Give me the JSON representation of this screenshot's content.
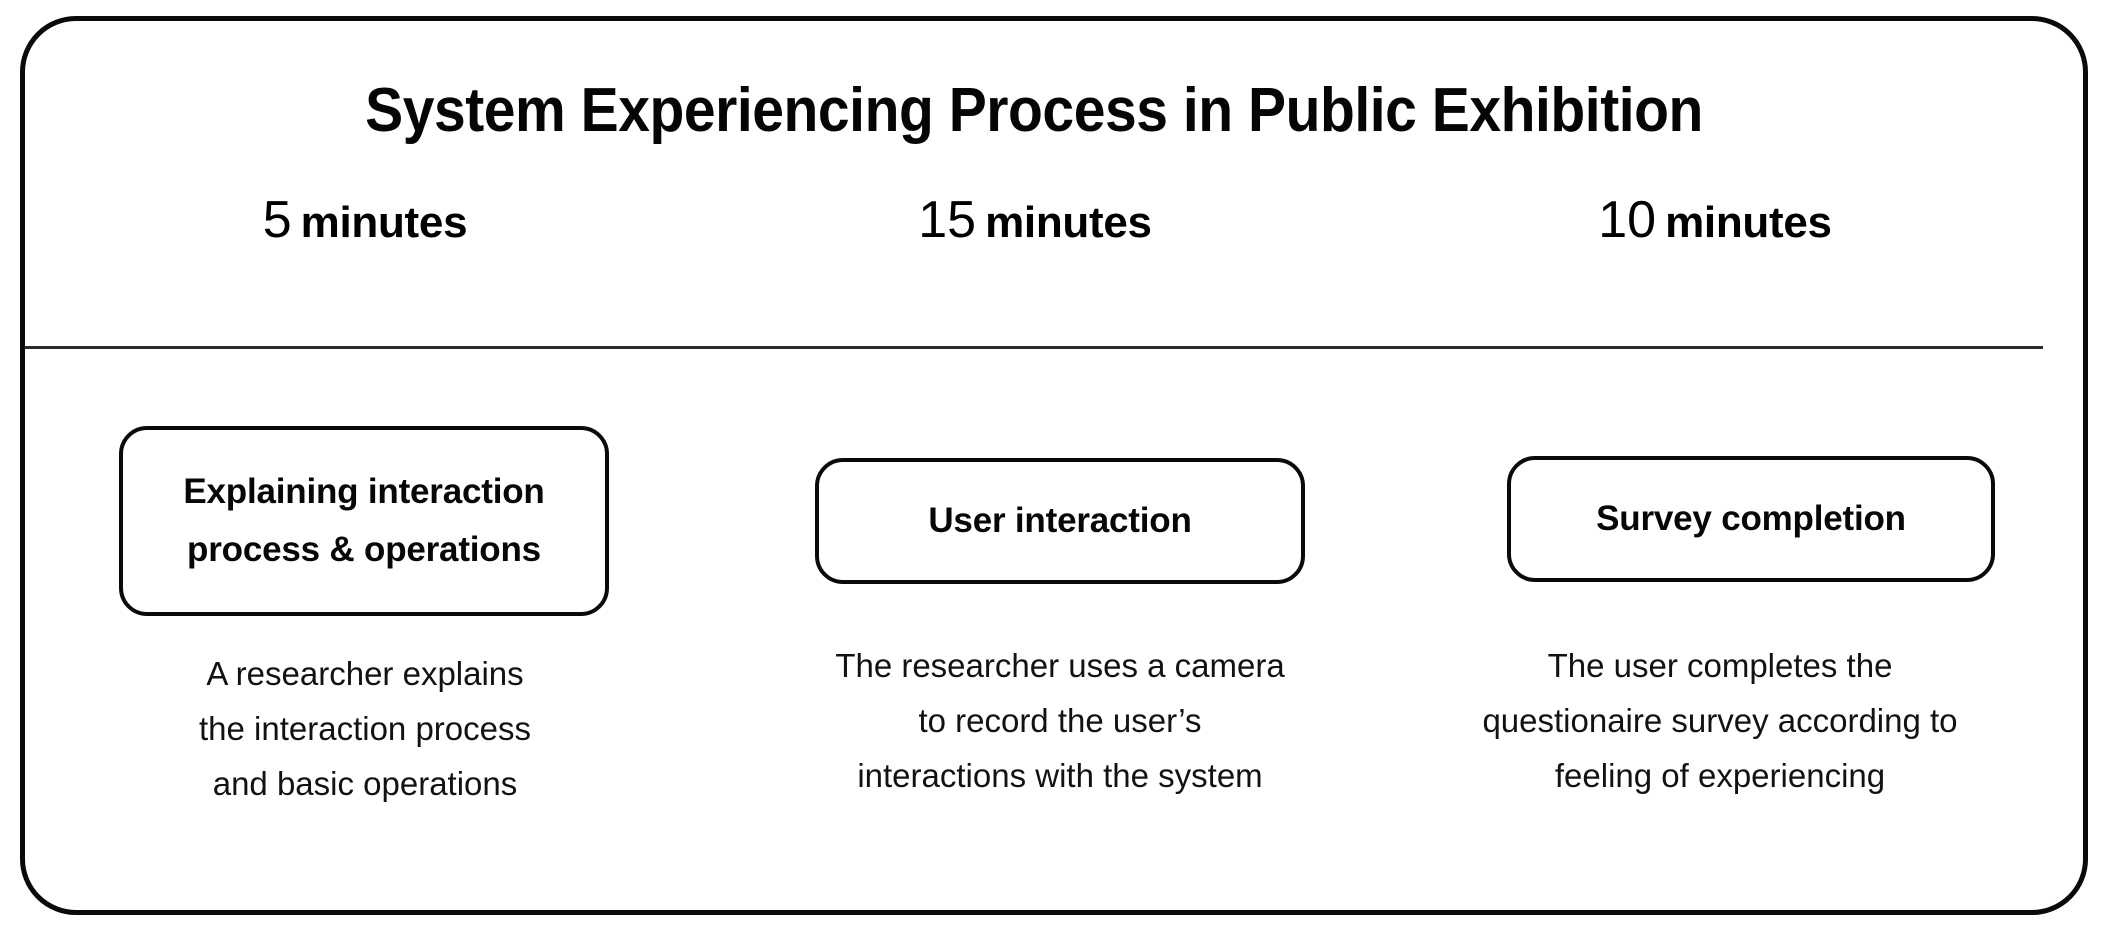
{
  "diagram": {
    "title": "System Experiencing Process in Public Exhibition",
    "border_color": "#0a0a0a",
    "background_color": "#ffffff",
    "text_color": "#000000",
    "columns": [
      {
        "time_value": "5",
        "time_unit": "minutes",
        "stage_label": "Explaining interaction\nprocess & operations",
        "stage_label_lines": [
          "Explaining interaction",
          "process & operations"
        ],
        "description": "A researcher explains the interaction process and basic operations",
        "description_lines": [
          "A researcher explains",
          "the interaction process",
          "and basic operations"
        ]
      },
      {
        "time_value": "15",
        "time_unit": "minutes",
        "stage_label": "User interaction",
        "stage_label_lines": [
          "User interaction"
        ],
        "description": "The researcher uses a camera to record the user’s interactions with the system",
        "description_lines": [
          "The researcher uses a camera",
          "to record the user’s",
          "interactions with the system"
        ]
      },
      {
        "time_value": "10",
        "time_unit": "minutes",
        "stage_label": "Survey completion",
        "stage_label_lines": [
          "Survey completion"
        ],
        "description": "The user completes the questionaire survey according to feeling of experiencing",
        "description_lines": [
          "The user completes the",
          "questionaire survey according to",
          "feeling of experiencing"
        ]
      }
    ]
  }
}
